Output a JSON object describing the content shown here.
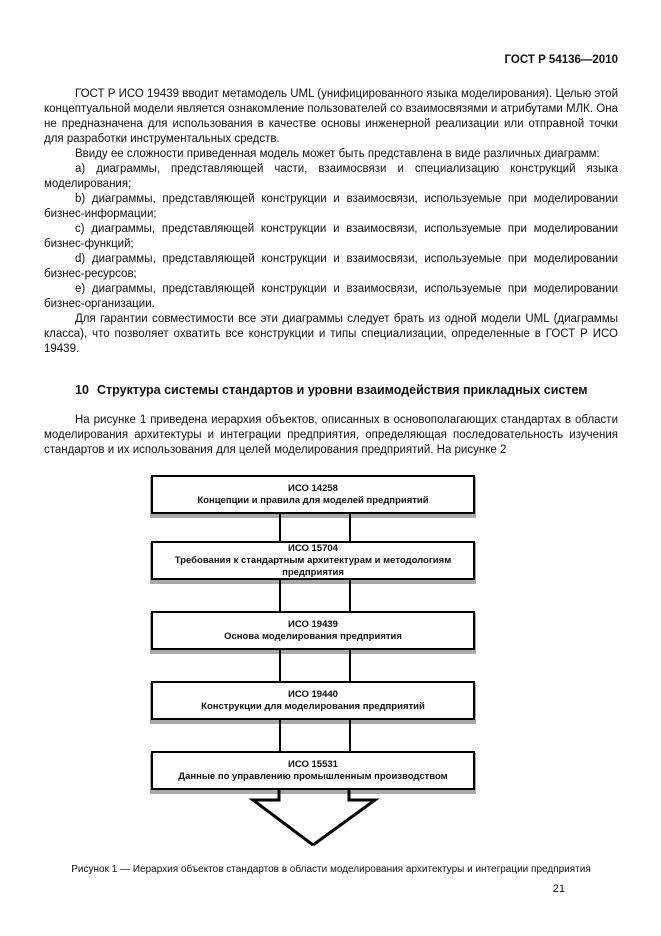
{
  "header": {
    "doc_number": "ГОСТ Р 54136—2010"
  },
  "content": {
    "p1": "ГОСТ Р ИСО 19439 вводит метамодель UML (унифицированного языка моделирования). Целью этой концептуальной модели является ознакомление пользователей со взаимосвязями и атрибутами МЛК. Она не предназначена для использования в качестве основы инженерной реализации или отправной точки для разработки инструментальных средств.",
    "p2": "Ввиду ее сложности приведенная модель может быть представлена в виде различных диаграмм:",
    "list": [
      "a) диаграммы, представляющей части, взаимосвязи и специализацию конструкций языка моделирования;",
      "b) диаграммы, представляющей конструкции и взаимосвязи, используемые при моделировании бизнес-информации;",
      "c) диаграммы, представляющей конструкции и взаимосвязи, используемые при моделировании бизнес-функций;",
      "d) диаграммы, представляющей конструкции и взаимосвязи, используемые при моделировании бизнес-ресурсов;",
      "e) диаграммы, представляющей конструкции и взаимосвязи, используемые при моделировании бизнес-организации."
    ],
    "p3": "Для гарантии совместимости все эти диаграммы следует брать из одной модели UML (диаграммы класса), что позволяет охватить все конструкции и типы специализации, определенные в ГОСТ Р ИСО 19439.",
    "heading_number": "10",
    "heading_text": "Структура системы стандартов и уровни взаимодействия прикладных систем",
    "p4": "На рисунке 1 приведена иерархия объектов, описанных в основополагающих стандартах в области моделирования архитектуры и интеграции предприятия, определяющая последовательность изучения стандартов и их использования для целей моделирования предприятий. На рисунке 2"
  },
  "diagram": {
    "boxes": [
      {
        "code": "ИСО 14258",
        "title": "Концепции и правила для моделей предприятий"
      },
      {
        "code": "ИСО 15704",
        "title": "Требования к стандартным архитектурам и методологиям предприятия"
      },
      {
        "code": "ИСО 19439",
        "title": "Основа моделирования предприятия"
      },
      {
        "code": "ИСО 19440",
        "title": "Конструкции для моделирования предприятий"
      },
      {
        "code": "ИСО 15531",
        "title": "Данные по управлению промышленным производством"
      }
    ],
    "caption": "Рисунок 1 — Иерархия объектов стандартов в области моделирования архитектуры и интеграции предприятия"
  },
  "footer": {
    "page_number": "21"
  }
}
